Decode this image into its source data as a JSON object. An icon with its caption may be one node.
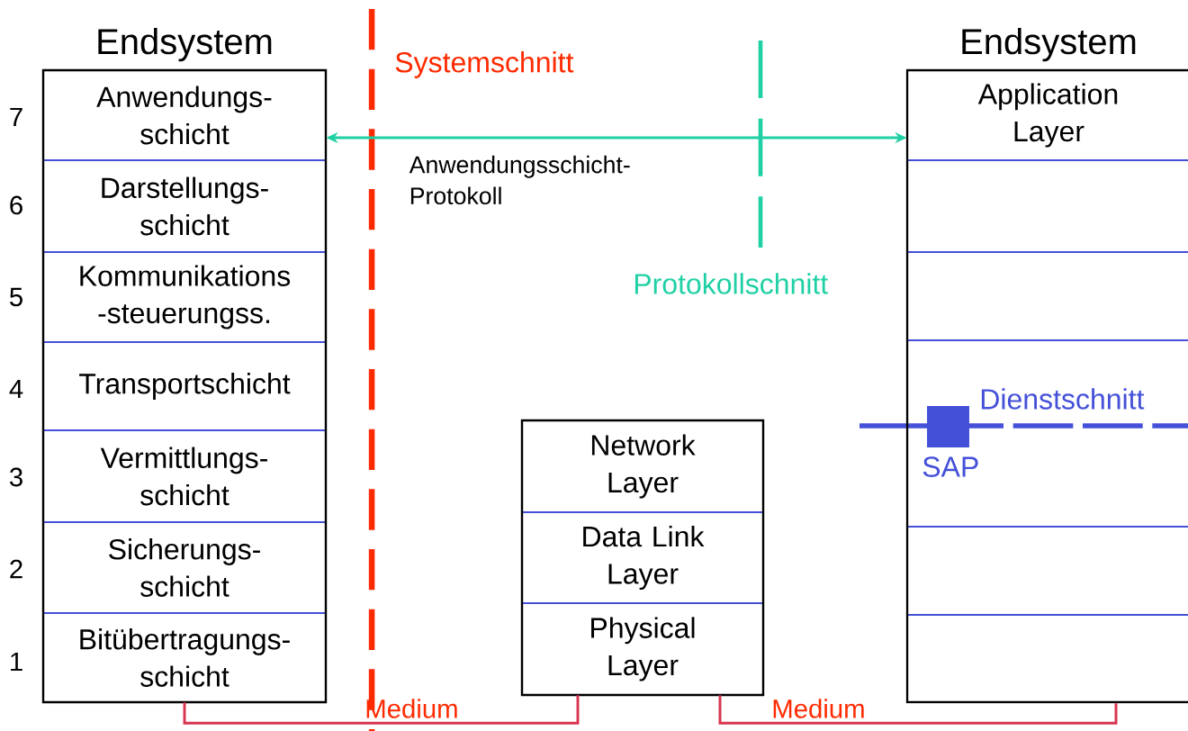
{
  "diagram": {
    "nodes": [
      {
        "text": [
          "Endsystem"
        ]
      },
      {
        "text": [
          "Anwendungs- schicht"
        ],
        "in": 0
      },
      {
        "text": [
          "Darstellungs- schicht"
        ],
        "in": 0
      },
      {
        "text": [
          "Kommunikations -steuerungss."
        ],
        "in": 0
      },
      {
        "text": [
          "Transportschicht"
        ],
        "in": 0
      },
      {
        "text": [
          "Vermittlungs- schicht"
        ],
        "in": 0
      },
      {
        "text": [
          "Sicherungs- schicht"
        ],
        "in": 0
      },
      {
        "text": [
          "Bitübertragungs- schicht"
        ],
        "in": 0
      },
      {
        "text": [],
        "shape": "box"
      },
      {
        "text": [
          "Network Layer"
        ],
        "in": 8
      },
      {
        "text": [
          "Data Link Layer"
        ],
        "in": 8
      },
      {
        "text": [
          "Physical Layer"
        ],
        "in": 8
      },
      {
        "text": [
          "Endsystem"
        ]
      },
      {
        "text": [
          "Application Layer"
        ],
        "in": 12
      },
      {
        "text": [],
        "shape": "box",
        "in": 12,
        "beside": [
          "SAP"
        ]
      }
    ],
    "edges": [
      {
        "from": 1,
        "to": 13,
        "arrow": "both",
        "label": "Anwendungsschicht-Protokoll",
        "color": "#1fd0a4"
      },
      {
        "from": 7,
        "to": 11,
        "arrow": "none",
        "color": "#d8344f"
      },
      {
        "from": 11,
        "to": 12,
        "arrow": "none",
        "color": "#d8344f"
      }
    ],
    "labels": [
      "7",
      "6",
      "5",
      "4",
      "3",
      "2",
      "1",
      "Systemschnitt",
      "Protokollschnitt",
      "Dienstschnitt",
      "Medium",
      "Medium"
    ]
  }
}
